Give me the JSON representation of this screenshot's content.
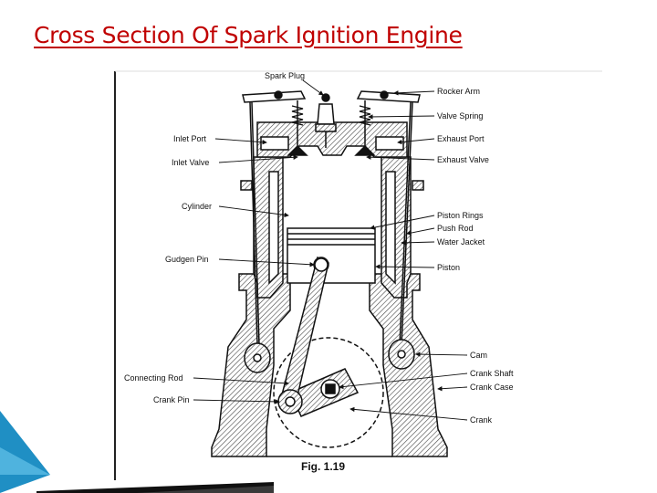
{
  "slide": {
    "title": "Cross Section Of Spark Ignition Engine"
  },
  "diagram": {
    "labels": {
      "spark_plug": "Spark Plug",
      "rocker_arm": "Rocker Arm",
      "valve_spring": "Valve Spring",
      "inlet_port": "Inlet Port",
      "exhaust_port": "Exhaust Port",
      "inlet_valve": "Inlet Valve",
      "exhaust_valve": "Exhaust Valve",
      "cylinder": "Cylinder",
      "piston_rings": "Piston Rings",
      "push_rod": "Push Rod",
      "water_jacket": "Water Jacket",
      "gudgeon_pin": "Gudgen Pin",
      "piston": "Piston",
      "cam": "Cam",
      "connecting_rod": "Connecting Rod",
      "crank_shaft": "Crank Shaft",
      "crank_case": "Crank Case",
      "crank_pin": "Crank Pin",
      "crank": "Crank"
    },
    "figure_caption": "Fig. 1.19"
  },
  "colors": {
    "title": "#c00000",
    "ink": "#111111",
    "hatch": "#444444",
    "corner_accent": "#1f8fc4"
  }
}
